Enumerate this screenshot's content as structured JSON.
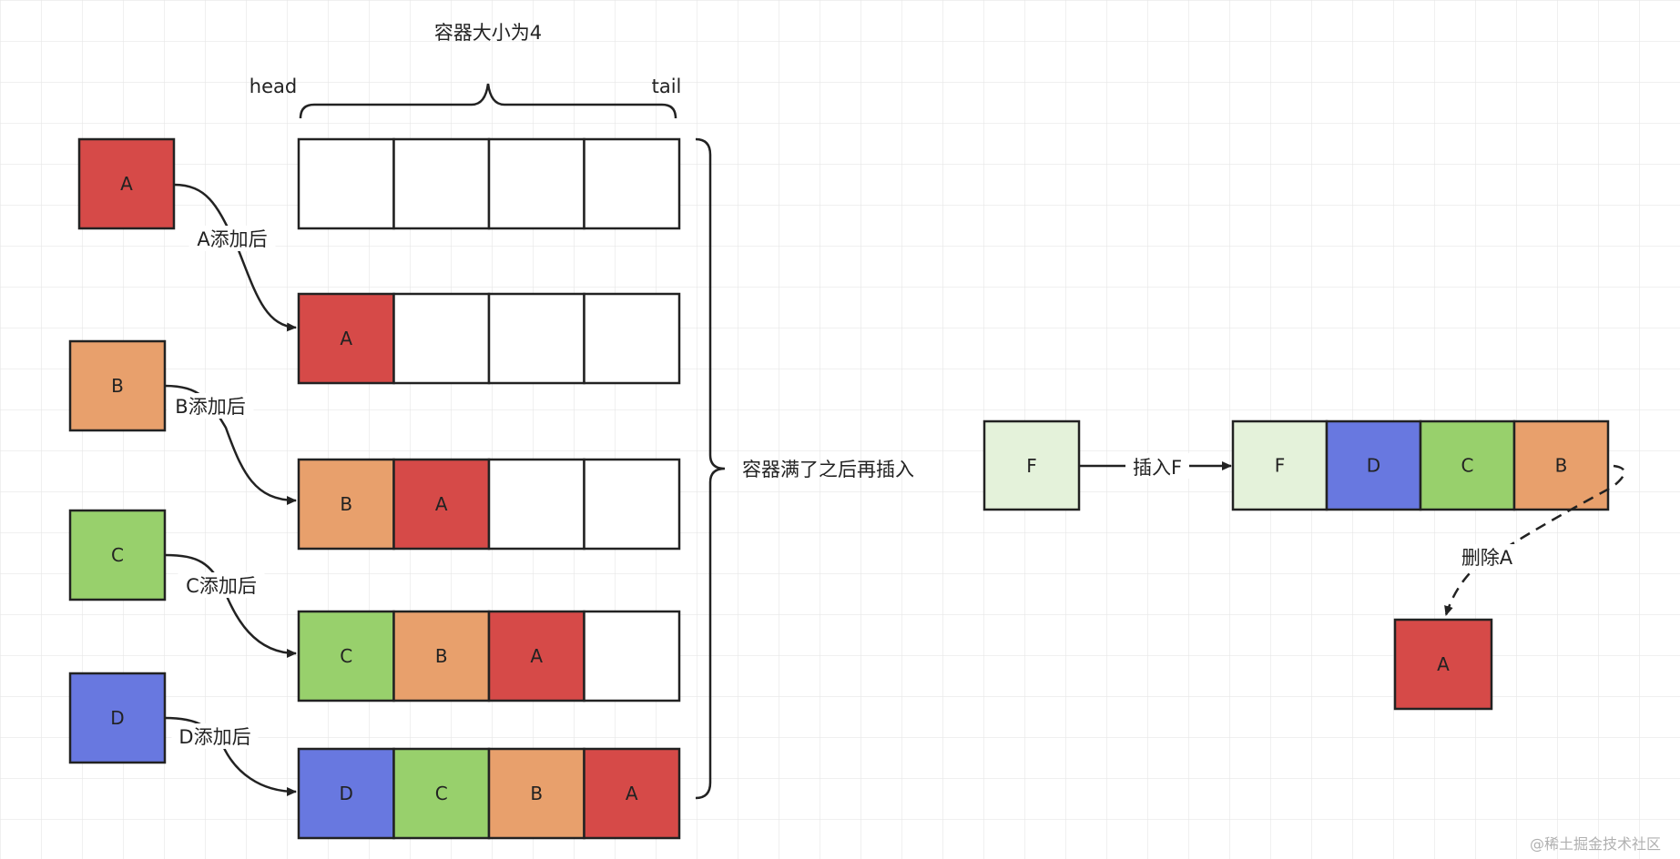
{
  "title": "容器大小为4",
  "head_label": "head",
  "tail_label": "tail",
  "colors": {
    "A": "#d64a48",
    "B": "#e8a06c",
    "C": "#98d06c",
    "D": "#6878e0",
    "F": "#e4f2da",
    "empty": "#ffffff",
    "grid": "#e6e6e6"
  },
  "items": [
    "A",
    "B",
    "C",
    "D"
  ],
  "add_labels": [
    "A添加后",
    "B添加后",
    "C添加后",
    "D添加后"
  ],
  "rows": [
    [
      "",
      "",
      "",
      ""
    ],
    [
      "A",
      "",
      "",
      ""
    ],
    [
      "B",
      "A",
      "",
      ""
    ],
    [
      "C",
      "B",
      "A",
      ""
    ],
    [
      "D",
      "C",
      "B",
      "A"
    ]
  ],
  "full_label": "容器满了之后再插入",
  "new_item": "F",
  "insert_label": "插入F",
  "result_row": [
    "F",
    "D",
    "C",
    "B"
  ],
  "delete_label": "删除A",
  "removed_item": "A",
  "watermark": "@稀土掘金技术社区"
}
